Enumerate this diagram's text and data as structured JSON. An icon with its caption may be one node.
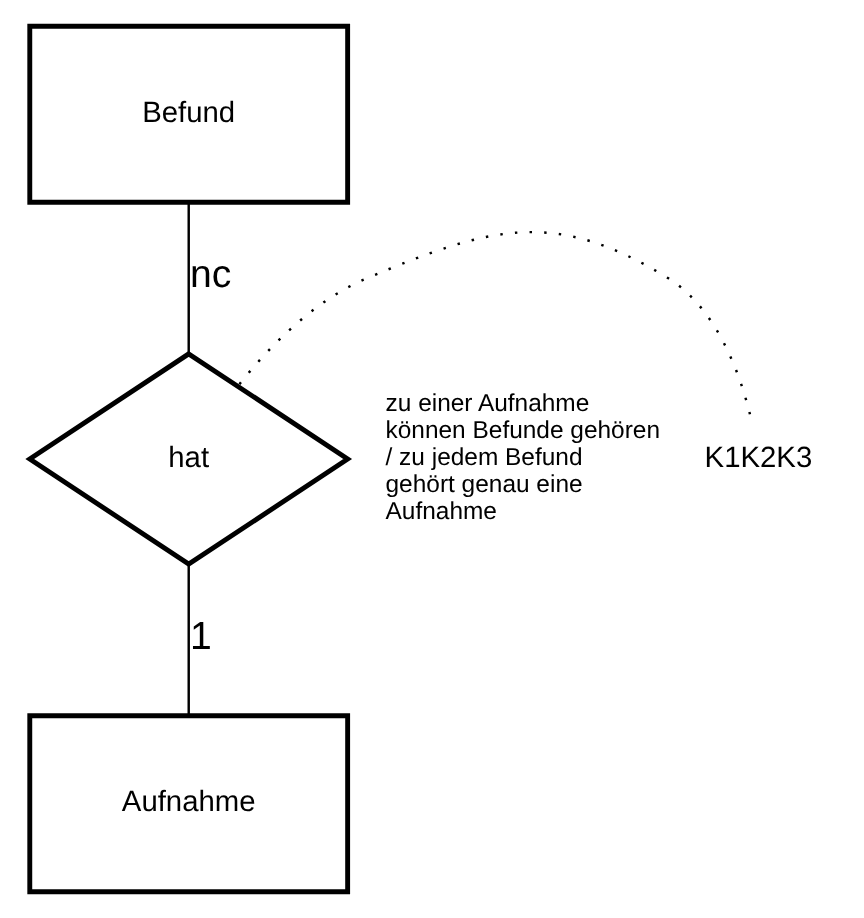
{
  "diagram": {
    "nodes": [
      {
        "text": [
          "Befund"
        ]
      },
      {
        "text": [
          "hat"
        ],
        "beside": [
          "zu einer Aufnahme können Befunde gehören / zu jedem Befund gehört genau eine Aufnahme"
        ]
      },
      {
        "text": [
          "Aufnahme"
        ]
      },
      {
        "text": [
          "K1K2K3"
        ]
      }
    ],
    "edges": [
      {
        "from": 0,
        "to": 1,
        "arrow": "none",
        "label": "nc"
      },
      {
        "from": 1,
        "to": 2,
        "arrow": "none",
        "label": "1"
      },
      {
        "from": 3,
        "to": 1,
        "arrow": "none",
        "style": "dashed"
      }
    ]
  }
}
